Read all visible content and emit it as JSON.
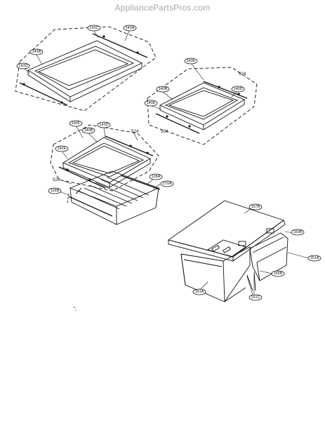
{
  "watermark": "AppliancePartsPros.com",
  "callouts": {
    "c143C": "143C",
    "c143A": "143A",
    "c143B": "143B",
    "c143D": "143D",
    "c143E": "143E",
    "c140B_right": "140B",
    "c140D": "140D",
    "c140E": "140E",
    "c140F": "140F",
    "c140B_mid": "140B",
    "c143D_mid": "143D",
    "c142E": "142E",
    "c128A": "128A",
    "c170A": "170A",
    "c128B": "128B",
    "c167B": "167B",
    "c160B": "160B",
    "c151A_right": "151A",
    "c165B": "165B",
    "c151A_left": "151A",
    "c161C": "161C"
  },
  "plain_labels": {
    "s24_right_top": "S24",
    "s24_right_low": "S24",
    "s24_mid": "S24",
    "s24_left": "S24"
  }
}
